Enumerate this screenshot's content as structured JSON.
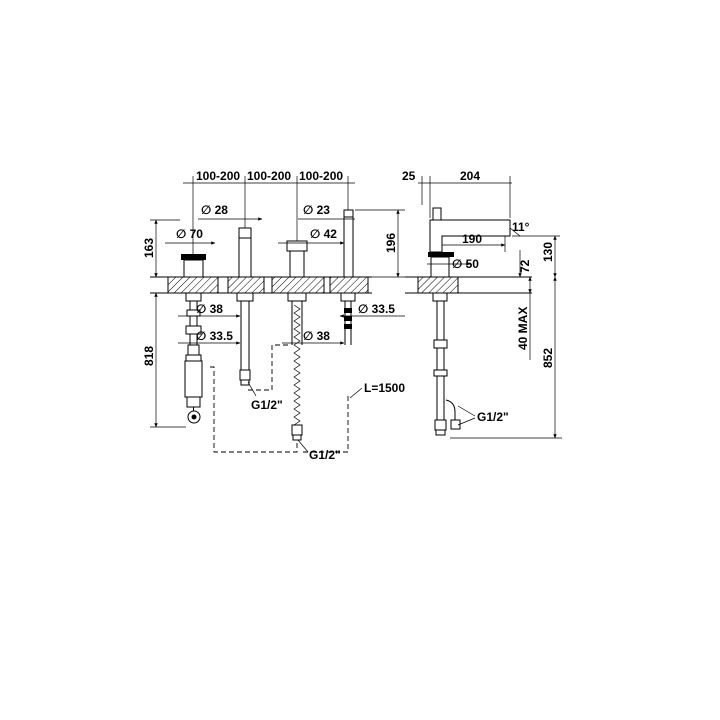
{
  "labels": {
    "top_spacing_1": "100-200",
    "top_spacing_2": "100-200",
    "top_spacing_3": "100-200",
    "dia_28": "∅ 28",
    "dia_23": "∅ 23",
    "dia_70": "∅ 70",
    "dia_42": "∅ 42",
    "h_163": "163",
    "h_196": "196",
    "dia_38_a": "∅ 38",
    "dia_33_5_a": "∅ 33.5",
    "dia_38_b": "∅ 38",
    "dia_33_5_b": "∅ 33.5",
    "h_818": "818",
    "thread_1": "G1/2\"",
    "thread_2": "G1/2\"",
    "hose_length": "L=1500",
    "side_25": "25",
    "side_204": "204",
    "side_11deg": "11°",
    "side_190": "190",
    "side_130": "130",
    "side_72": "72",
    "side_dia_50": "∅ 50",
    "side_40max": "40 MAX",
    "side_852": "852",
    "side_thread": "G1/2\""
  }
}
